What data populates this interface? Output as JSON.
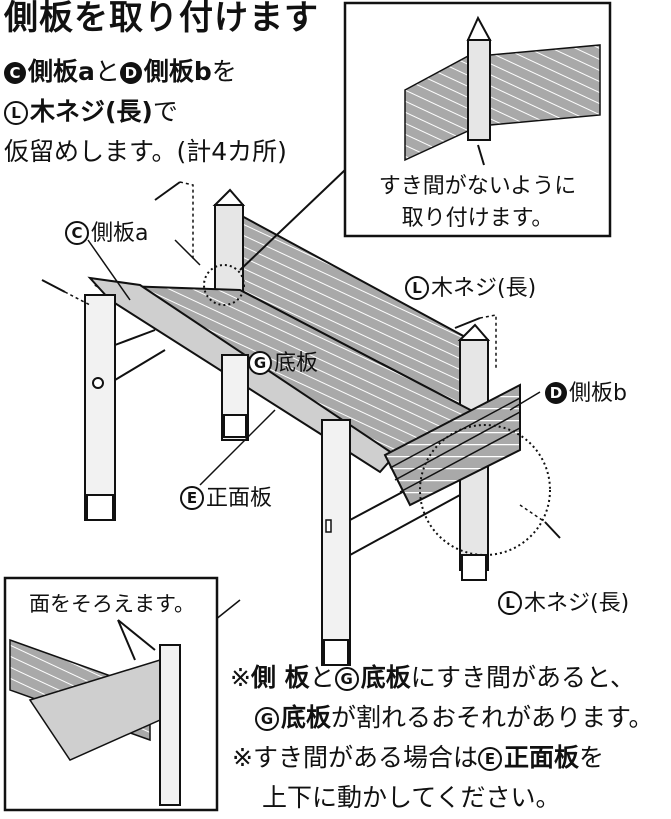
{
  "title": "側板を取り付けます",
  "instruction": {
    "line1_mark1": "C",
    "line1_text1": "側板a",
    "line1_mid": "と",
    "line1_mark2": "D",
    "line1_text2": "側板b",
    "line1_end": "を",
    "line2_mark": "L",
    "line2_text": "木ネジ(長)",
    "line2_end": "で",
    "line3": "仮留めします。(計4カ所)"
  },
  "labels": {
    "side_a_mark": "C",
    "side_a": "側板a",
    "bottom_mark": "G",
    "bottom": "底板",
    "front_mark": "E",
    "front": "正面板",
    "side_b_mark": "D",
    "side_b": "側板b",
    "screw_top_mark": "L",
    "screw_top": "木ネジ(長)",
    "screw_bottom_mark": "L",
    "screw_bottom": "木ネジ(長)"
  },
  "callout_top": {
    "line1": "すき間がないように",
    "line2": "取り付けます。"
  },
  "callout_bottom": {
    "text": "面をそろえます。"
  },
  "notes": {
    "n1_prefix": "※",
    "n1_b1": "側 板",
    "n1_mid": "と",
    "n1_mark": "G",
    "n1_b2": "底板",
    "n1_end": "にすき間があると、",
    "n2_mark": "G",
    "n2_b": "底板",
    "n2_end": "が割れるおそれがあります。",
    "n3_prefix": "※すき間がある場合は",
    "n3_mark": "E",
    "n3_b": "正面板",
    "n3_end": "を",
    "n4": "上下に動かしてください。"
  }
}
